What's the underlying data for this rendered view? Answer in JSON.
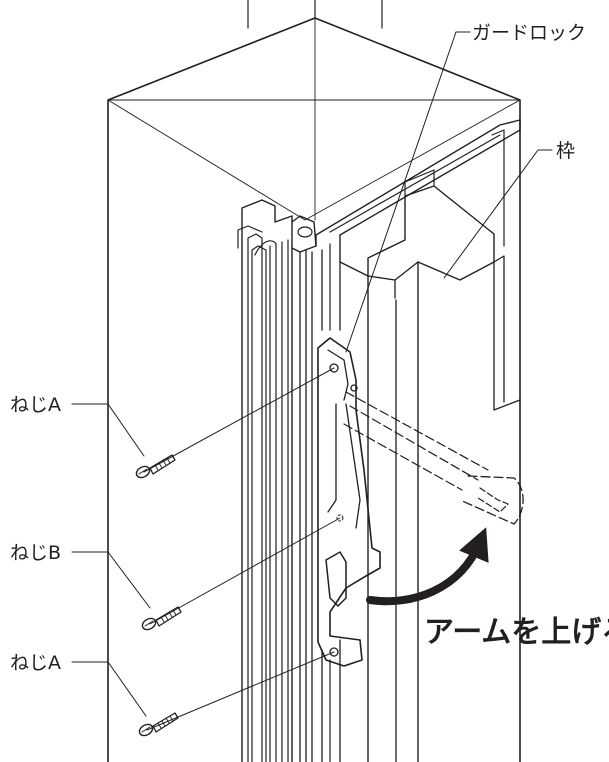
{
  "labels": {
    "guard_lock": "ガードロック",
    "frame": "枠",
    "screw_a_top": "ねじA",
    "screw_b": "ねじB",
    "screw_a_bottom": "ねじA",
    "action": "アームを上げる"
  },
  "colors": {
    "line": "#231f20",
    "background": "#ffffff"
  }
}
